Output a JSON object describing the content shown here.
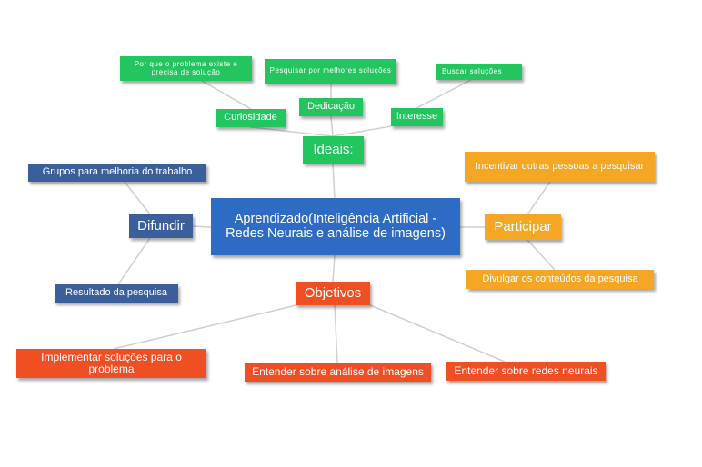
{
  "central": "Aprendizado(Inteligência Artificial - Redes Neurais e análise de imagens)",
  "ideais": {
    "label": "Ideais:",
    "curiosidade": "Curiosidade",
    "dedicacao": "Dedicação",
    "interesse": "Interesse",
    "curiosidade_note": "Por que o problema existe e precisa de solução",
    "dedicacao_note": "Pesquisar por melhores soluções",
    "interesse_note": "Buscar soluções___"
  },
  "difundir": {
    "label": "Difundir",
    "grupos": "Grupos para melhoria do trabalho",
    "resultado": "Resultado da pesquisa"
  },
  "participar": {
    "label": "Participar",
    "incentivar": "Incentivar outras pessoas a pesquisar",
    "divulgar": "Divulgar os conteúdos da pesquisa"
  },
  "objetivos": {
    "label": "Objetivos",
    "implementar": "Implementar soluções para o problema",
    "analise": "Entender sobre análise de imagens",
    "redes": "Entender sobre redes neurais"
  },
  "colors": {
    "green": "#22c55e",
    "blue": "#3a5f9a",
    "orange": "#f5a623",
    "red": "#f04e23",
    "central": "#2d6bc4",
    "connector": "#cfcfcf"
  }
}
